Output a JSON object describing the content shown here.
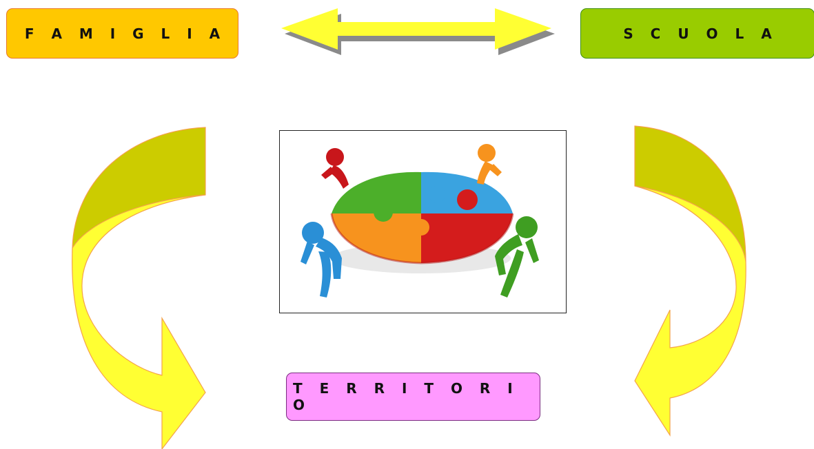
{
  "labels": {
    "famiglia": "F A M I G L I A",
    "scuola": "S C U O L A",
    "territorio": "T E R R I T O R I O"
  },
  "colors": {
    "famiglia_fill": "#ffc800",
    "scuola_fill": "#99cc00",
    "territorio_fill": "#ff99ff",
    "arrow_yellow": "#ffff33",
    "arrow_olive": "#cccc00",
    "arrow_outline": "#f4a24a",
    "puzzle_green": "#4caf2a",
    "puzzle_blue": "#3aa3e0",
    "puzzle_orange": "#f7931e",
    "puzzle_red": "#d41c1c"
  },
  "illustration": {
    "icon": "puzzle-teamwork-icon"
  }
}
